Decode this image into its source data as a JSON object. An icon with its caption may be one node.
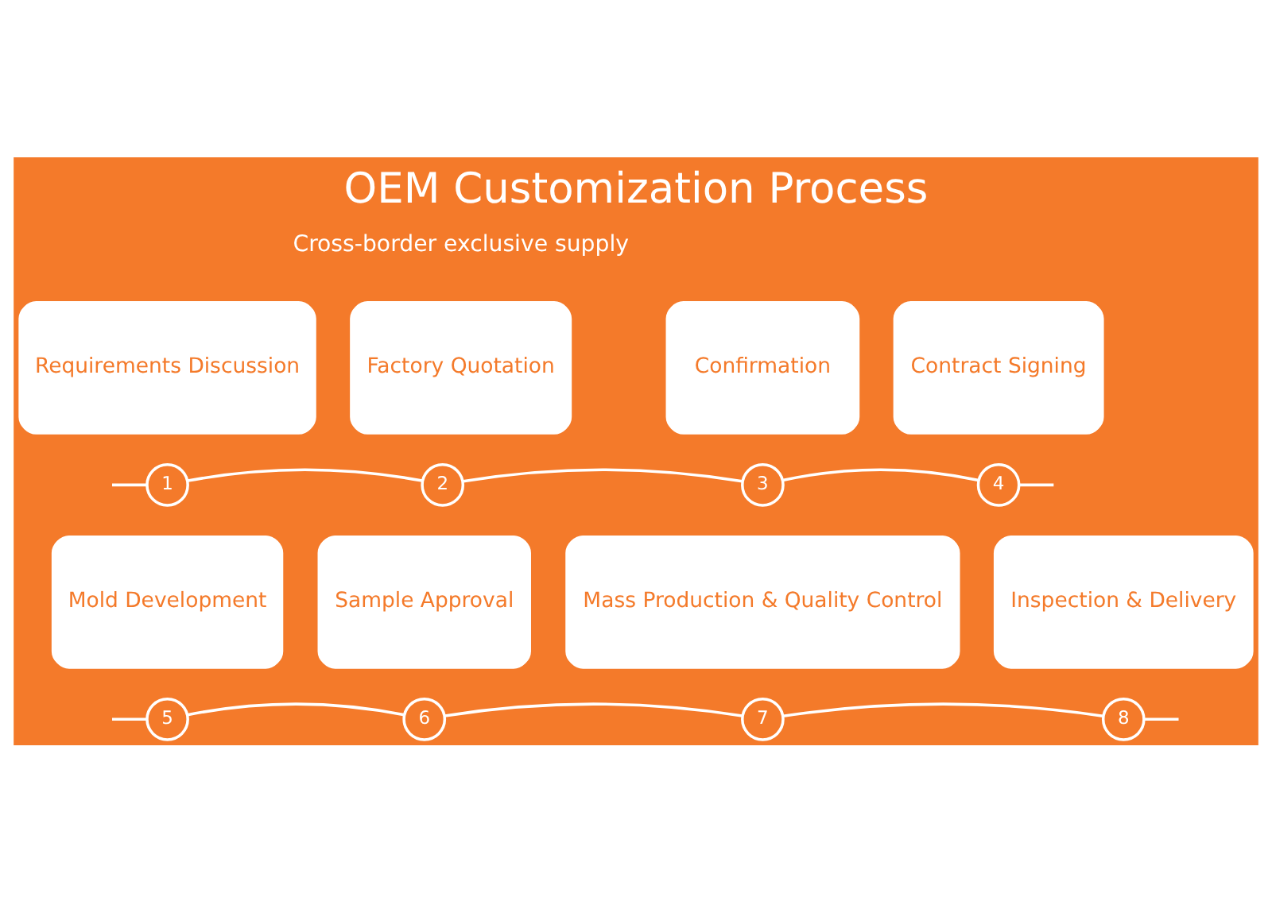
{
  "diagram": {
    "title": "OEM Customization Process",
    "nodes": [
      {
        "text": [
          "Requirements Discussion"
        ]
      },
      {
        "text": [
          "Factory Quotation"
        ]
      },
      {
        "text": [
          "Confirmation"
        ]
      },
      {
        "text": [
          "Contract Signing"
        ]
      },
      {
        "text": [
          "1"
        ]
      },
      {
        "text": [
          "2"
        ]
      },
      {
        "text": [
          "3"
        ]
      },
      {
        "text": [
          "4"
        ]
      },
      {
        "text": [
          "Mold Development"
        ]
      },
      {
        "text": [
          "Sample Approval"
        ]
      },
      {
        "text": [
          "Mass Production & Quality Control"
        ]
      },
      {
        "text": [
          "Inspection & Delivery"
        ]
      },
      {
        "text": [
          "5"
        ]
      },
      {
        "text": [
          "6"
        ]
      },
      {
        "text": [
          "7"
        ]
      },
      {
        "text": [
          "8"
        ]
      }
    ],
    "edges": [
      {
        "from": null,
        "to": 4,
        "arrow": "none"
      },
      {
        "from": 4,
        "to": 5,
        "arrow": "none"
      },
      {
        "from": 5,
        "to": 6,
        "arrow": "none"
      },
      {
        "from": 6,
        "to": 7,
        "arrow": "none"
      },
      {
        "from": 7,
        "to": null,
        "arrow": "none"
      },
      {
        "from": null,
        "to": 12,
        "arrow": "none"
      },
      {
        "from": 12,
        "to": 13,
        "arrow": "none"
      },
      {
        "from": 13,
        "to": 14,
        "arrow": "none"
      },
      {
        "from": 14,
        "to": 15,
        "arrow": "none"
      },
      {
        "from": 15,
        "to": null,
        "arrow": "none"
      }
    ],
    "labels": [
      "Cross-border exclusive supply"
    ]
  }
}
